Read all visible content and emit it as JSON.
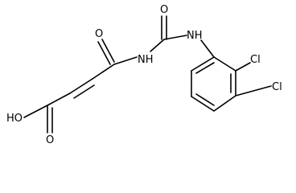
{
  "atom_labels": {
    "hydroxyl": "HO",
    "acid_carbonyl_oxygen": "O",
    "amide_carbonyl_oxygen": "O",
    "urea_carbonyl_oxygen": "O",
    "imide_nitrogen": "NH",
    "aryl_amine_nitrogen": "NH",
    "chlorine_2": "Cl",
    "chlorine_3": "Cl"
  },
  "colors": {
    "bond": "#000000",
    "label": "#000000",
    "background": "#ffffff"
  }
}
